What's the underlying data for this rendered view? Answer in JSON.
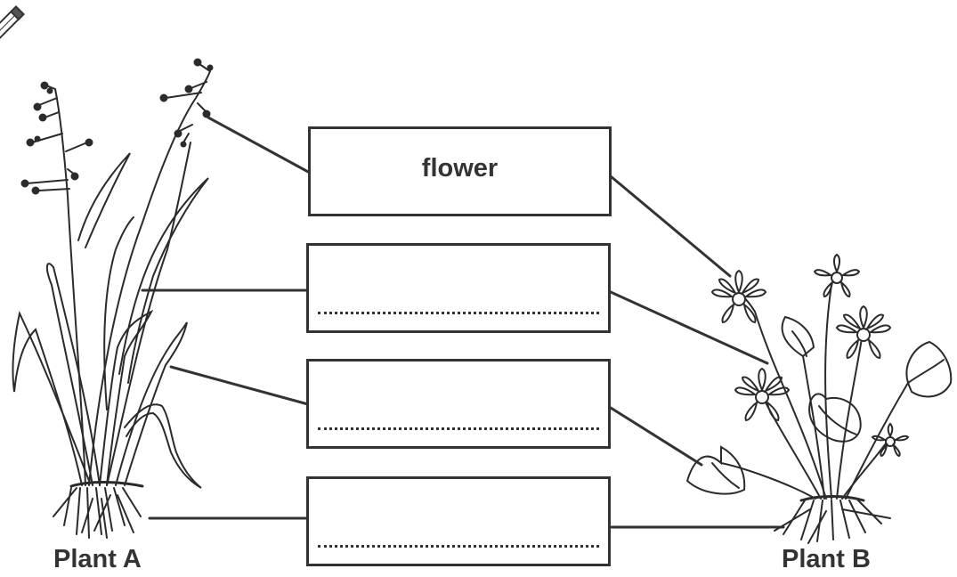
{
  "icon": "pencil-icon",
  "boxes": [
    {
      "text": "flower",
      "blank": false
    },
    {
      "text": "",
      "blank": true
    },
    {
      "text": "",
      "blank": true
    },
    {
      "text": "",
      "blank": true
    }
  ],
  "plant_a": {
    "label": "Plant A"
  },
  "plant_b": {
    "label": "Plant B"
  }
}
